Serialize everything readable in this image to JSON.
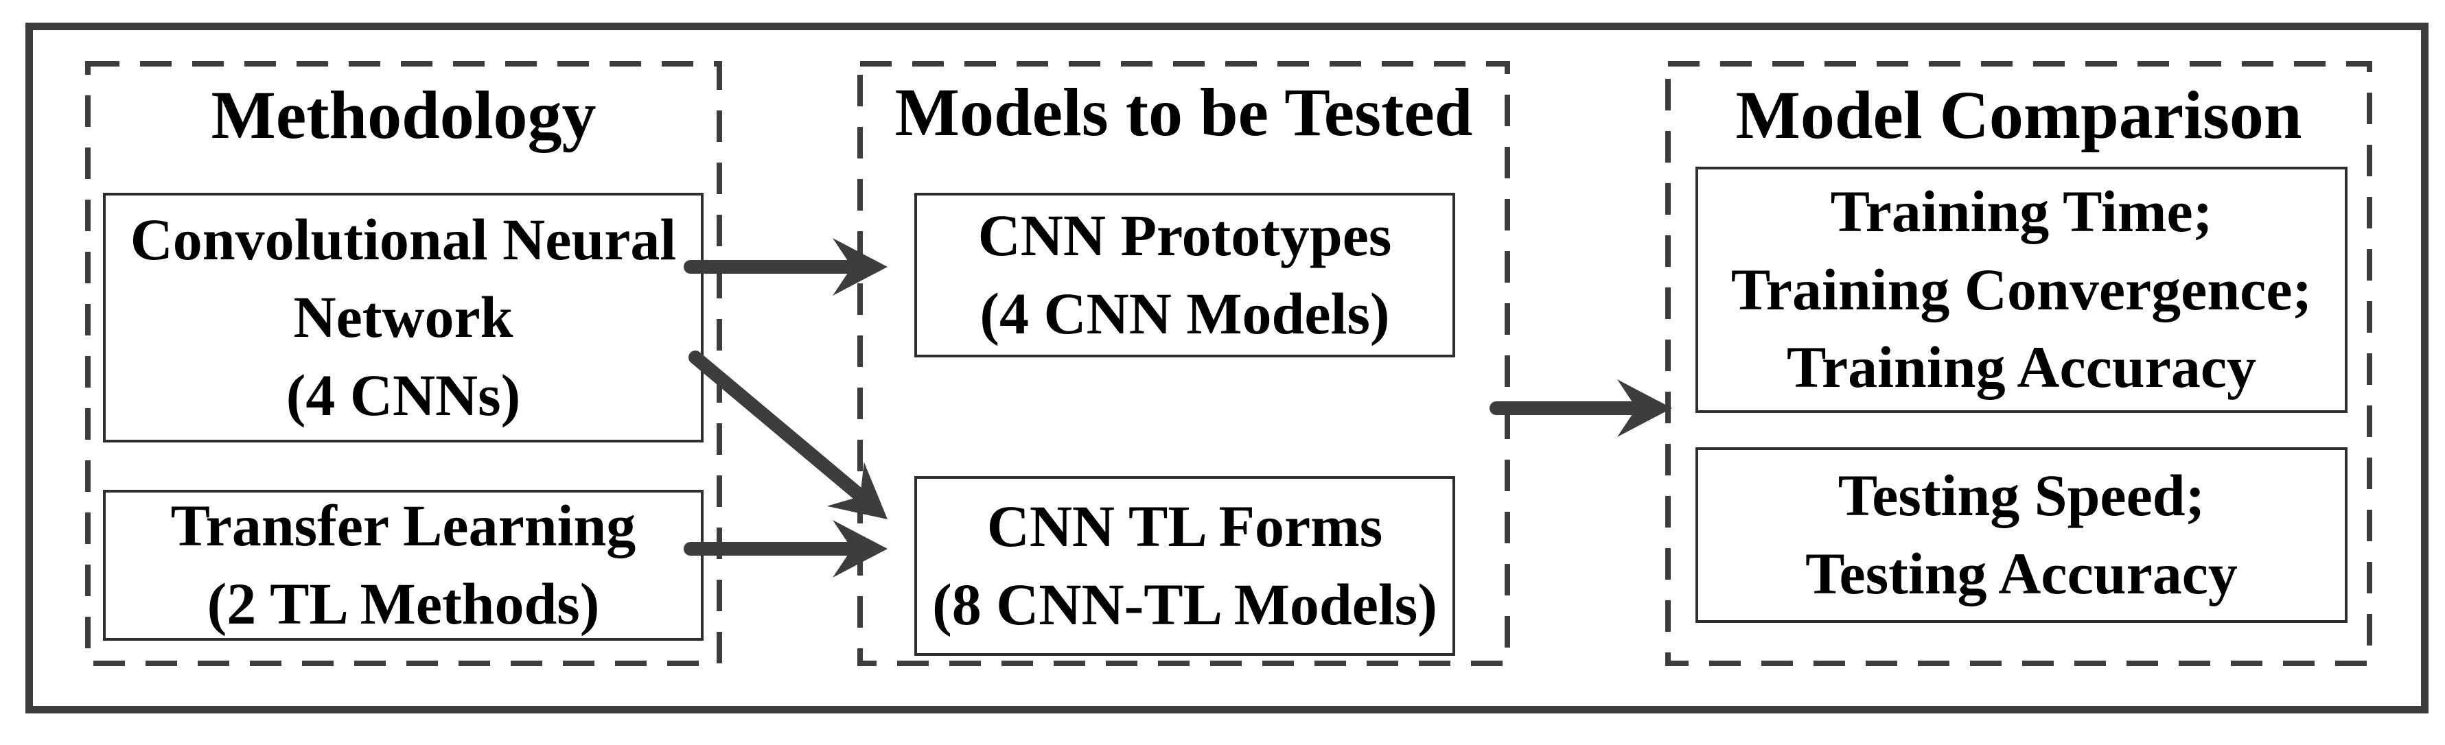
{
  "colors": {
    "line": "#3d3d3d",
    "box_border": "#2e2e2e",
    "text": "#000000",
    "background": "#ffffff"
  },
  "sections": {
    "methodology": {
      "title": "Methodology"
    },
    "models": {
      "title": "Models to be Tested"
    },
    "comparison": {
      "title": "Model Comparison"
    }
  },
  "boxes": {
    "cnn": {
      "lines": [
        "Convolutional Neural",
        "Network",
        "(4 CNNs)"
      ]
    },
    "tl": {
      "lines": [
        "Transfer Learning",
        "(2 TL Methods)"
      ]
    },
    "prototypes": {
      "lines": [
        "CNN Prototypes",
        "(4 CNN Models)"
      ]
    },
    "tlforms": {
      "lines": [
        "CNN TL Forms",
        "(8 CNN-TL Models)"
      ]
    },
    "training": {
      "lines": [
        "Training Time;",
        "Training Convergence;",
        "Training Accuracy"
      ]
    },
    "testing": {
      "lines": [
        "Testing Speed;",
        "Testing Accuracy"
      ]
    }
  },
  "connections": [
    {
      "from": "convolutional-neural-network",
      "to": "cnn-prototypes",
      "style": "arrow"
    },
    {
      "from": "convolutional-neural-network",
      "to": "cnn-tl-forms",
      "style": "arrow"
    },
    {
      "from": "transfer-learning",
      "to": "cnn-tl-forms",
      "style": "arrow"
    },
    {
      "from": "models-to-be-tested",
      "to": "model-comparison",
      "style": "arrow"
    }
  ]
}
